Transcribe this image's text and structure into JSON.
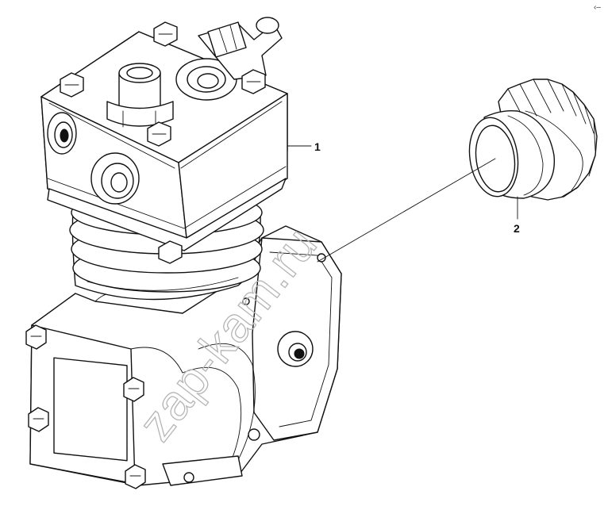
{
  "diagram": {
    "callouts": [
      {
        "id": "1",
        "label": "1"
      },
      {
        "id": "2",
        "label": "2"
      }
    ],
    "watermark": "zap-kam.ru",
    "corner_mark": "‹–"
  },
  "colors": {
    "line": "#111111",
    "background": "#ffffff",
    "watermark": "#b5b5b5"
  }
}
